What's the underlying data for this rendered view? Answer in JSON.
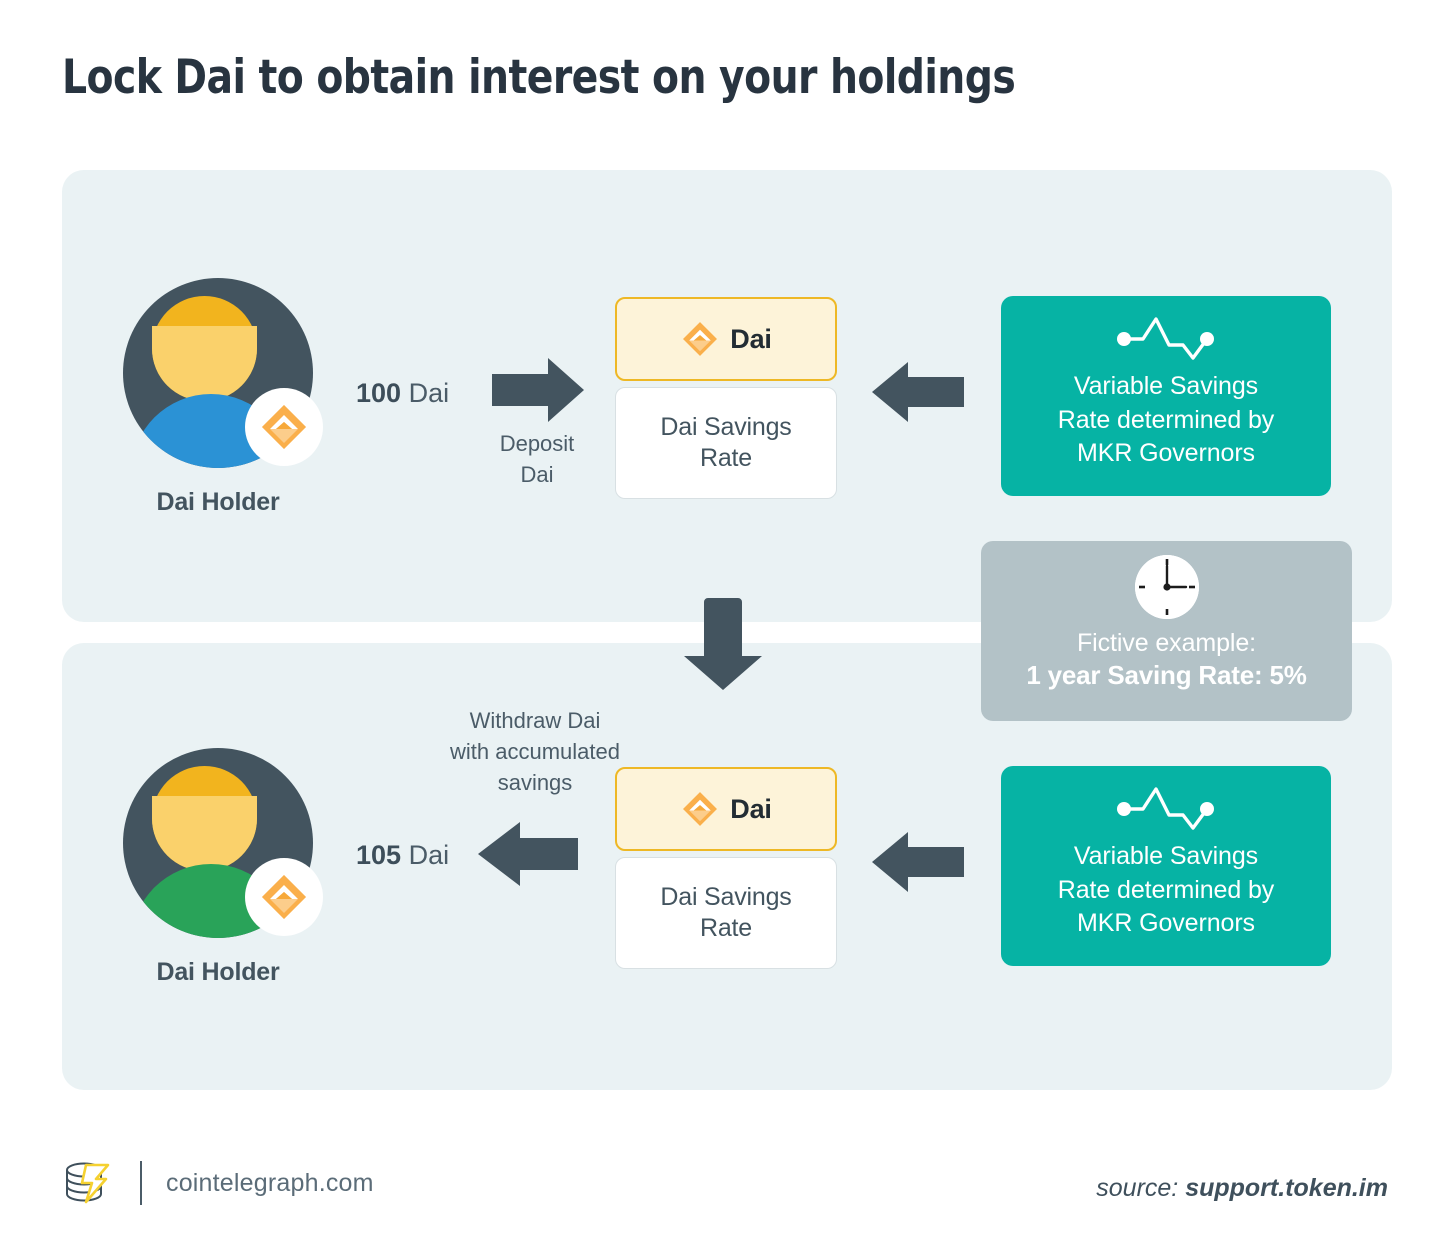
{
  "title": "Lock Dai to obtain interest on your holdings",
  "colors": {
    "panel_bg": "#eaf2f4",
    "teal": "#06b3a4",
    "gray_card": "#b3c2c7",
    "dai_gold": "#eeb825",
    "dai_card_bg": "#fdf3d9",
    "arrow_slate": "#43545f",
    "text_dark": "#283440",
    "avatar_blue": "#2b92d5",
    "avatar_green": "#29a359",
    "avatar_dark": "#43545f",
    "avatar_head": "#f2b41e"
  },
  "flow_top": {
    "avatar": {
      "label": "Dai Holder",
      "badge_icon": "dai-logo-icon",
      "body_color": "#2b92d5"
    },
    "amount_value": "100",
    "amount_unit": " Dai",
    "arrow_icon": "arrow-right-icon",
    "arrow_label": "Deposit\nDai",
    "dai_card": {
      "icon": "dai-logo-icon",
      "label": "Dai"
    },
    "dsr_card_label": "Dai Savings\nRate",
    "incoming_arrow_icon": "arrow-left-icon",
    "teal_card": {
      "icon": "pulse-line-icon",
      "text": "Variable Savings\nRate determined by\nMKR Governors"
    }
  },
  "flow_bottom": {
    "avatar": {
      "label": "Dai Holder",
      "badge_icon": "dai-logo-icon",
      "body_color": "#29a359"
    },
    "amount_value": "105",
    "amount_unit": " Dai",
    "arrow_icon": "arrow-left-icon",
    "arrow_label": "Withdraw Dai\nwith accumulated\nsavings",
    "dai_card": {
      "icon": "dai-logo-icon",
      "label": "Dai"
    },
    "dsr_card_label": "Dai Savings\nRate",
    "incoming_arrow_icon": "arrow-left-icon",
    "teal_card": {
      "icon": "pulse-line-icon",
      "text": "Variable Savings\nRate determined by\nMKR Governors"
    }
  },
  "transition_arrow_icon": "arrow-down-icon",
  "note_card": {
    "icon": "clock-icon",
    "line1": "Fictive example:",
    "line2": "1 year Saving Rate: 5%"
  },
  "footer": {
    "logo_icon": "cointelegraph-coins-icon",
    "site": "cointelegraph.com",
    "source_prefix": "source: ",
    "source_value": "support.token.im"
  }
}
